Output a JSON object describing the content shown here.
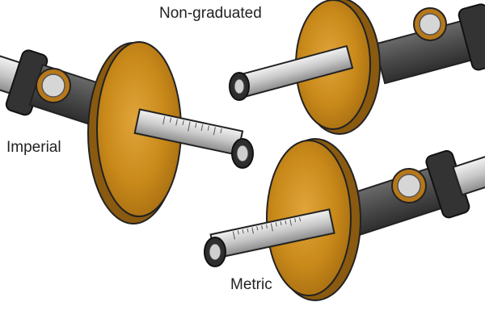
{
  "labels": {
    "non_graduated": "Non-graduated",
    "imperial": "Imperial",
    "metric": "Metric"
  },
  "colors": {
    "brass": "#c98a1a",
    "brass_dark": "#8a5a10",
    "steel_light": "#d9d9d9",
    "steel_dark": "#7a7a7a",
    "body_dark": "#3e3e3e"
  },
  "icons": [
    "marking-gauge-non-graduated",
    "marking-gauge-imperial",
    "marking-gauge-metric"
  ]
}
